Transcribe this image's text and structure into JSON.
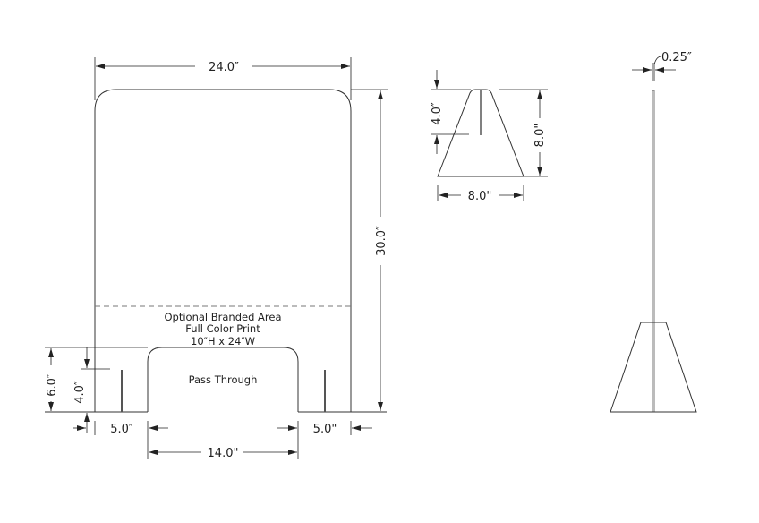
{
  "main_view": {
    "width_label": "24.0″",
    "height_label": "30.0″",
    "branded_area": [
      "Optional Branded Area",
      "Full Color Print",
      "10″H x 24″W"
    ],
    "pass_through_label": "Pass Through",
    "opening_height_label": "6.0″",
    "slot_height_label": "4.0″",
    "left_margin_label": "5.0″",
    "opening_width_label": "14.0\"",
    "right_margin_label": "5.0\""
  },
  "foot_view": {
    "slot_label": "4.0″",
    "height_label": "8.0\"",
    "width_label": "8.0\""
  },
  "side_view": {
    "thickness_label": "0.25″"
  }
}
